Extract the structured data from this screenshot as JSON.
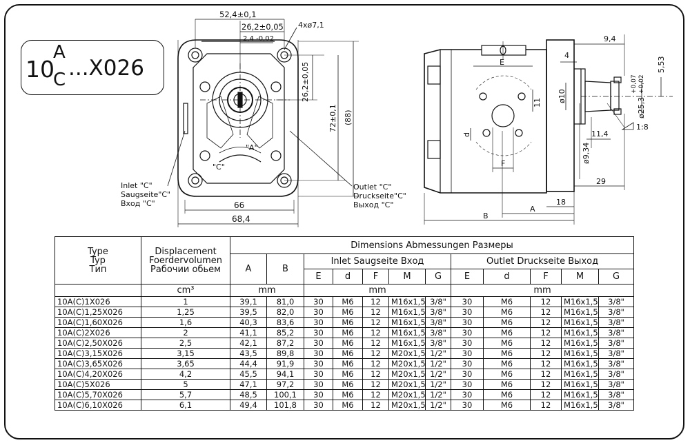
{
  "model": {
    "prefix": "10",
    "sup": "A",
    "sub": "C",
    "suffix": "...X026"
  },
  "drawing": {
    "front": {
      "dims": [
        "52,4±0,1",
        "26,2±0,05",
        "2,4 -0,02",
        "4xø7,1",
        "26,2±0,05",
        "72±0,1",
        "(88)",
        "66",
        "68,4"
      ],
      "rotation": [
        "\"A\"",
        "\"C\""
      ],
      "inlet": [
        "Inlet \"C\"",
        "Saugseite\"C\"",
        "Вход \"C\""
      ],
      "outlet": [
        "Outlet \"C\"",
        "Druckseite\"C\"",
        "Выход \"C\""
      ]
    },
    "side": {
      "dims": [
        "9,4",
        "4",
        "5,53",
        "E",
        "ø10",
        "11",
        "+0,07",
        "+0,02",
        "ø25,3",
        "d",
        "11,4",
        "1:8",
        "ø9,34",
        "F",
        "29",
        "18",
        "A",
        "B"
      ]
    }
  },
  "table": {
    "headers": {
      "type": [
        "Type",
        "Typ",
        "Тип"
      ],
      "displacement": [
        "Displacement",
        "Foerdervolumen",
        "Рабочии обьем"
      ],
      "dimensions": "Dimensions   Abmessungen   Размеры",
      "a": "A",
      "b": "B",
      "inlet": "Inlet   Saugseite   Вход",
      "outlet": "Outlet   Druckseite   Выход",
      "sub_cols": [
        "E",
        "d",
        "F",
        "M",
        "G"
      ],
      "unit_disp": "cm³",
      "unit_mm": "mm"
    },
    "rows": [
      [
        "10A(C)1X026",
        "1",
        "39,1",
        "81,0",
        "30",
        "M6",
        "12",
        "M16x1,5",
        "3/8\"",
        "30",
        "M6",
        "12",
        "M16x1,5",
        "3/8\""
      ],
      [
        "10A(C)1,25X026",
        "1,25",
        "39,5",
        "82,0",
        "30",
        "M6",
        "12",
        "M16x1,5",
        "3/8\"",
        "30",
        "M6",
        "12",
        "M16x1,5",
        "3/8\""
      ],
      [
        "10A(C)1,60X026",
        "1,6",
        "40,3",
        "83,6",
        "30",
        "M6",
        "12",
        "M16x1,5",
        "3/8\"",
        "30",
        "M6",
        "12",
        "M16x1,5",
        "3/8\""
      ],
      [
        "10A(C)2X026",
        "2",
        "41,1",
        "85,2",
        "30",
        "M6",
        "12",
        "M16x1,5",
        "3/8\"",
        "30",
        "M6",
        "12",
        "M16x1,5",
        "3/8\""
      ],
      [
        "10A(C)2,50X026",
        "2,5",
        "42,1",
        "87,2",
        "30",
        "M6",
        "12",
        "M16x1,5",
        "3/8\"",
        "30",
        "M6",
        "12",
        "M16x1,5",
        "3/8\""
      ],
      [
        "10A(C)3,15X026",
        "3,15",
        "43,5",
        "89,8",
        "30",
        "M6",
        "12",
        "M20x1,5",
        "1/2\"",
        "30",
        "M6",
        "12",
        "M16x1,5",
        "3/8\""
      ],
      [
        "10A(C)3,65X026",
        "3,65",
        "44,4",
        "91,9",
        "30",
        "M6",
        "12",
        "M20x1,5",
        "1/2\"",
        "30",
        "M6",
        "12",
        "M16x1,5",
        "3/8\""
      ],
      [
        "10A(C)4,20X026",
        "4,2",
        "45,5",
        "94,1",
        "30",
        "M6",
        "12",
        "M20x1,5",
        "1/2\"",
        "30",
        "M6",
        "12",
        "M16x1,5",
        "3/8\""
      ],
      [
        "10A(C)5X026",
        "5",
        "47,1",
        "97,2",
        "30",
        "M6",
        "12",
        "M20x1,5",
        "1/2\"",
        "30",
        "M6",
        "12",
        "M16x1,5",
        "3/8\""
      ],
      [
        "10A(C)5,70X026",
        "5,7",
        "48,5",
        "100,1",
        "30",
        "M6",
        "12",
        "M20x1,5",
        "1/2\"",
        "30",
        "M6",
        "12",
        "M16x1,5",
        "3/8\""
      ],
      [
        "10A(C)6,10X026",
        "6,1",
        "49,4",
        "101,8",
        "30",
        "M6",
        "12",
        "M20x1,5",
        "1/2\"",
        "30",
        "M6",
        "12",
        "M16x1,5",
        "3/8\""
      ]
    ]
  }
}
